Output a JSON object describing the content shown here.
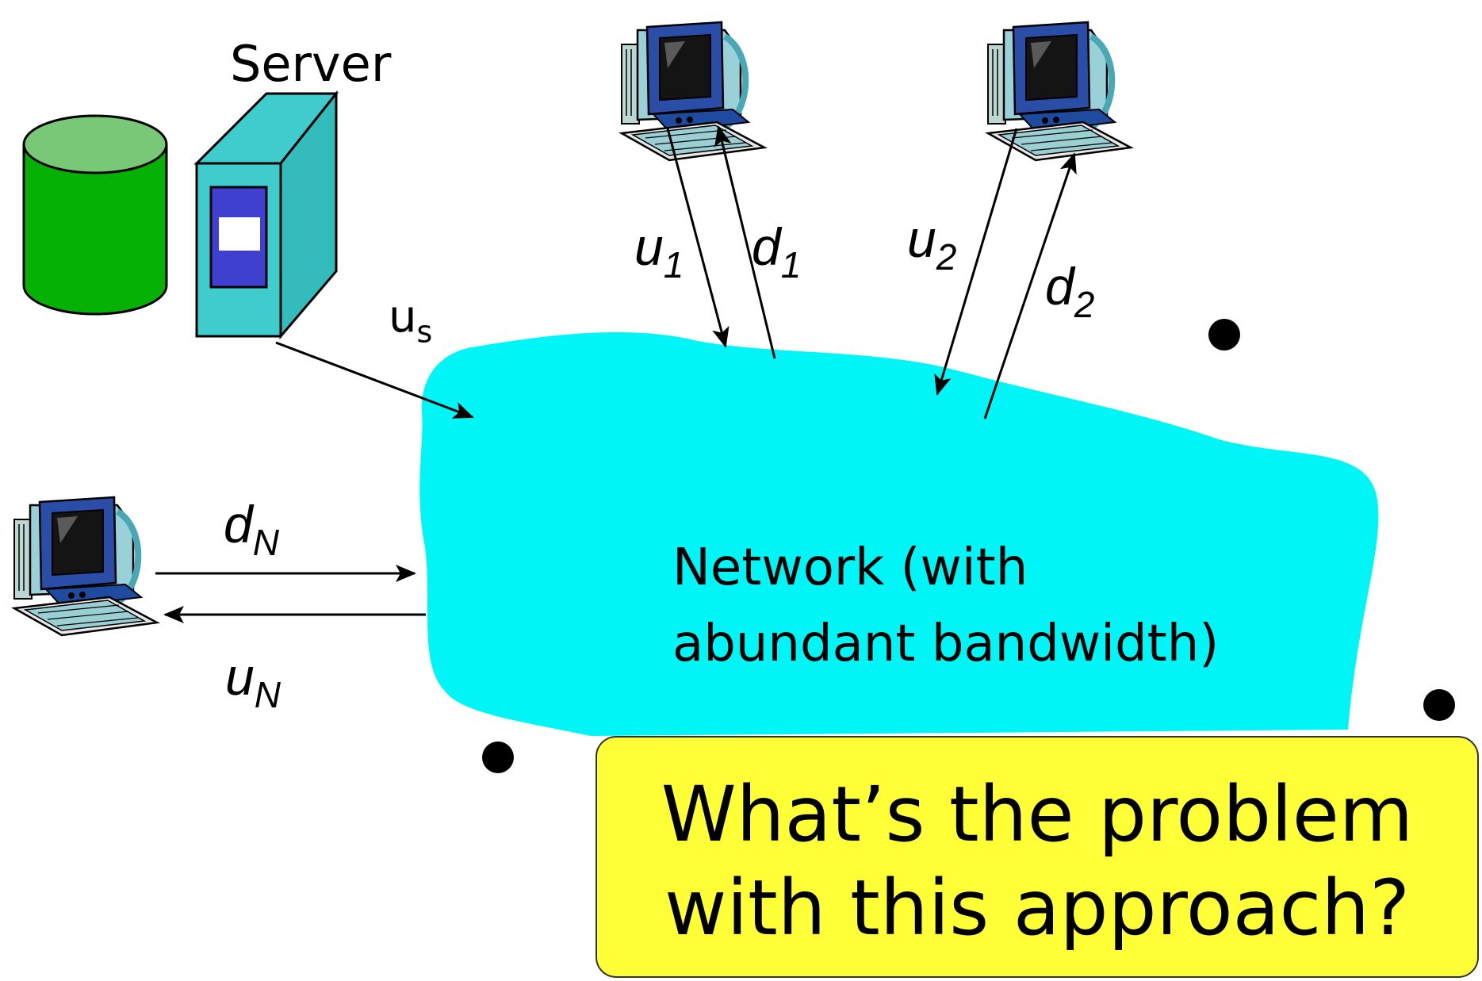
{
  "server": {
    "label": "Server"
  },
  "links": {
    "us": {
      "base": "u",
      "sub": "s"
    },
    "u1": {
      "base": "u",
      "sub": "1"
    },
    "d1": {
      "base": "d",
      "sub": "1"
    },
    "u2": {
      "base": "u",
      "sub": "2"
    },
    "d2": {
      "base": "d",
      "sub": "2"
    },
    "dN": {
      "base": "d",
      "sub": "N"
    },
    "uN": {
      "base": "u",
      "sub": "N"
    }
  },
  "network": {
    "line1": "Network (with",
    "line2": "abundant bandwidth)"
  },
  "callout": {
    "line1": "What’s the problem",
    "line2": "with this approach?"
  },
  "colors": {
    "cloud": "#00f6f6",
    "server": "#40cccc",
    "database": "#06b106",
    "callout": "#ffff38"
  }
}
